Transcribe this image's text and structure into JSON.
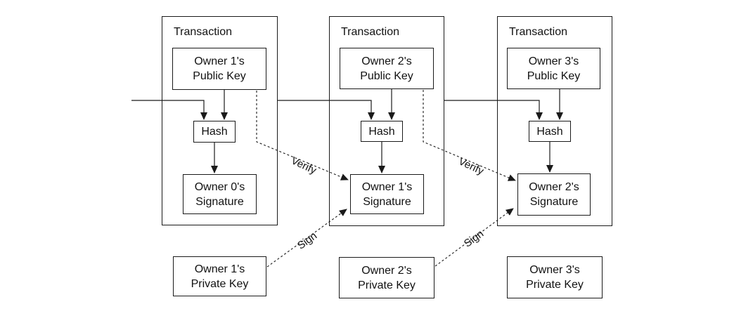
{
  "colors": {
    "background": "#ffffff",
    "line": "#1a1a1a",
    "text": "#111111"
  },
  "transactions": [
    {
      "title": "Transaction",
      "public_key": "Owner 1's\nPublic Key",
      "hash": "Hash",
      "signature": "Owner 0's\nSignature",
      "private_key": "Owner 1's\nPrivate Key"
    },
    {
      "title": "Transaction",
      "public_key": "Owner 2's\nPublic Key",
      "hash": "Hash",
      "signature": "Owner 1's\nSignature",
      "private_key": "Owner 2's\nPrivate Key"
    },
    {
      "title": "Transaction",
      "public_key": "Owner 3's\nPublic Key",
      "hash": "Hash",
      "signature": "Owner 2's\nSignature",
      "private_key": "Owner 3's\nPrivate Key"
    }
  ],
  "edge_labels": {
    "verify_1": "Verify",
    "verify_2": "Verify",
    "sign_1": "Sign",
    "sign_2": "Sign"
  }
}
